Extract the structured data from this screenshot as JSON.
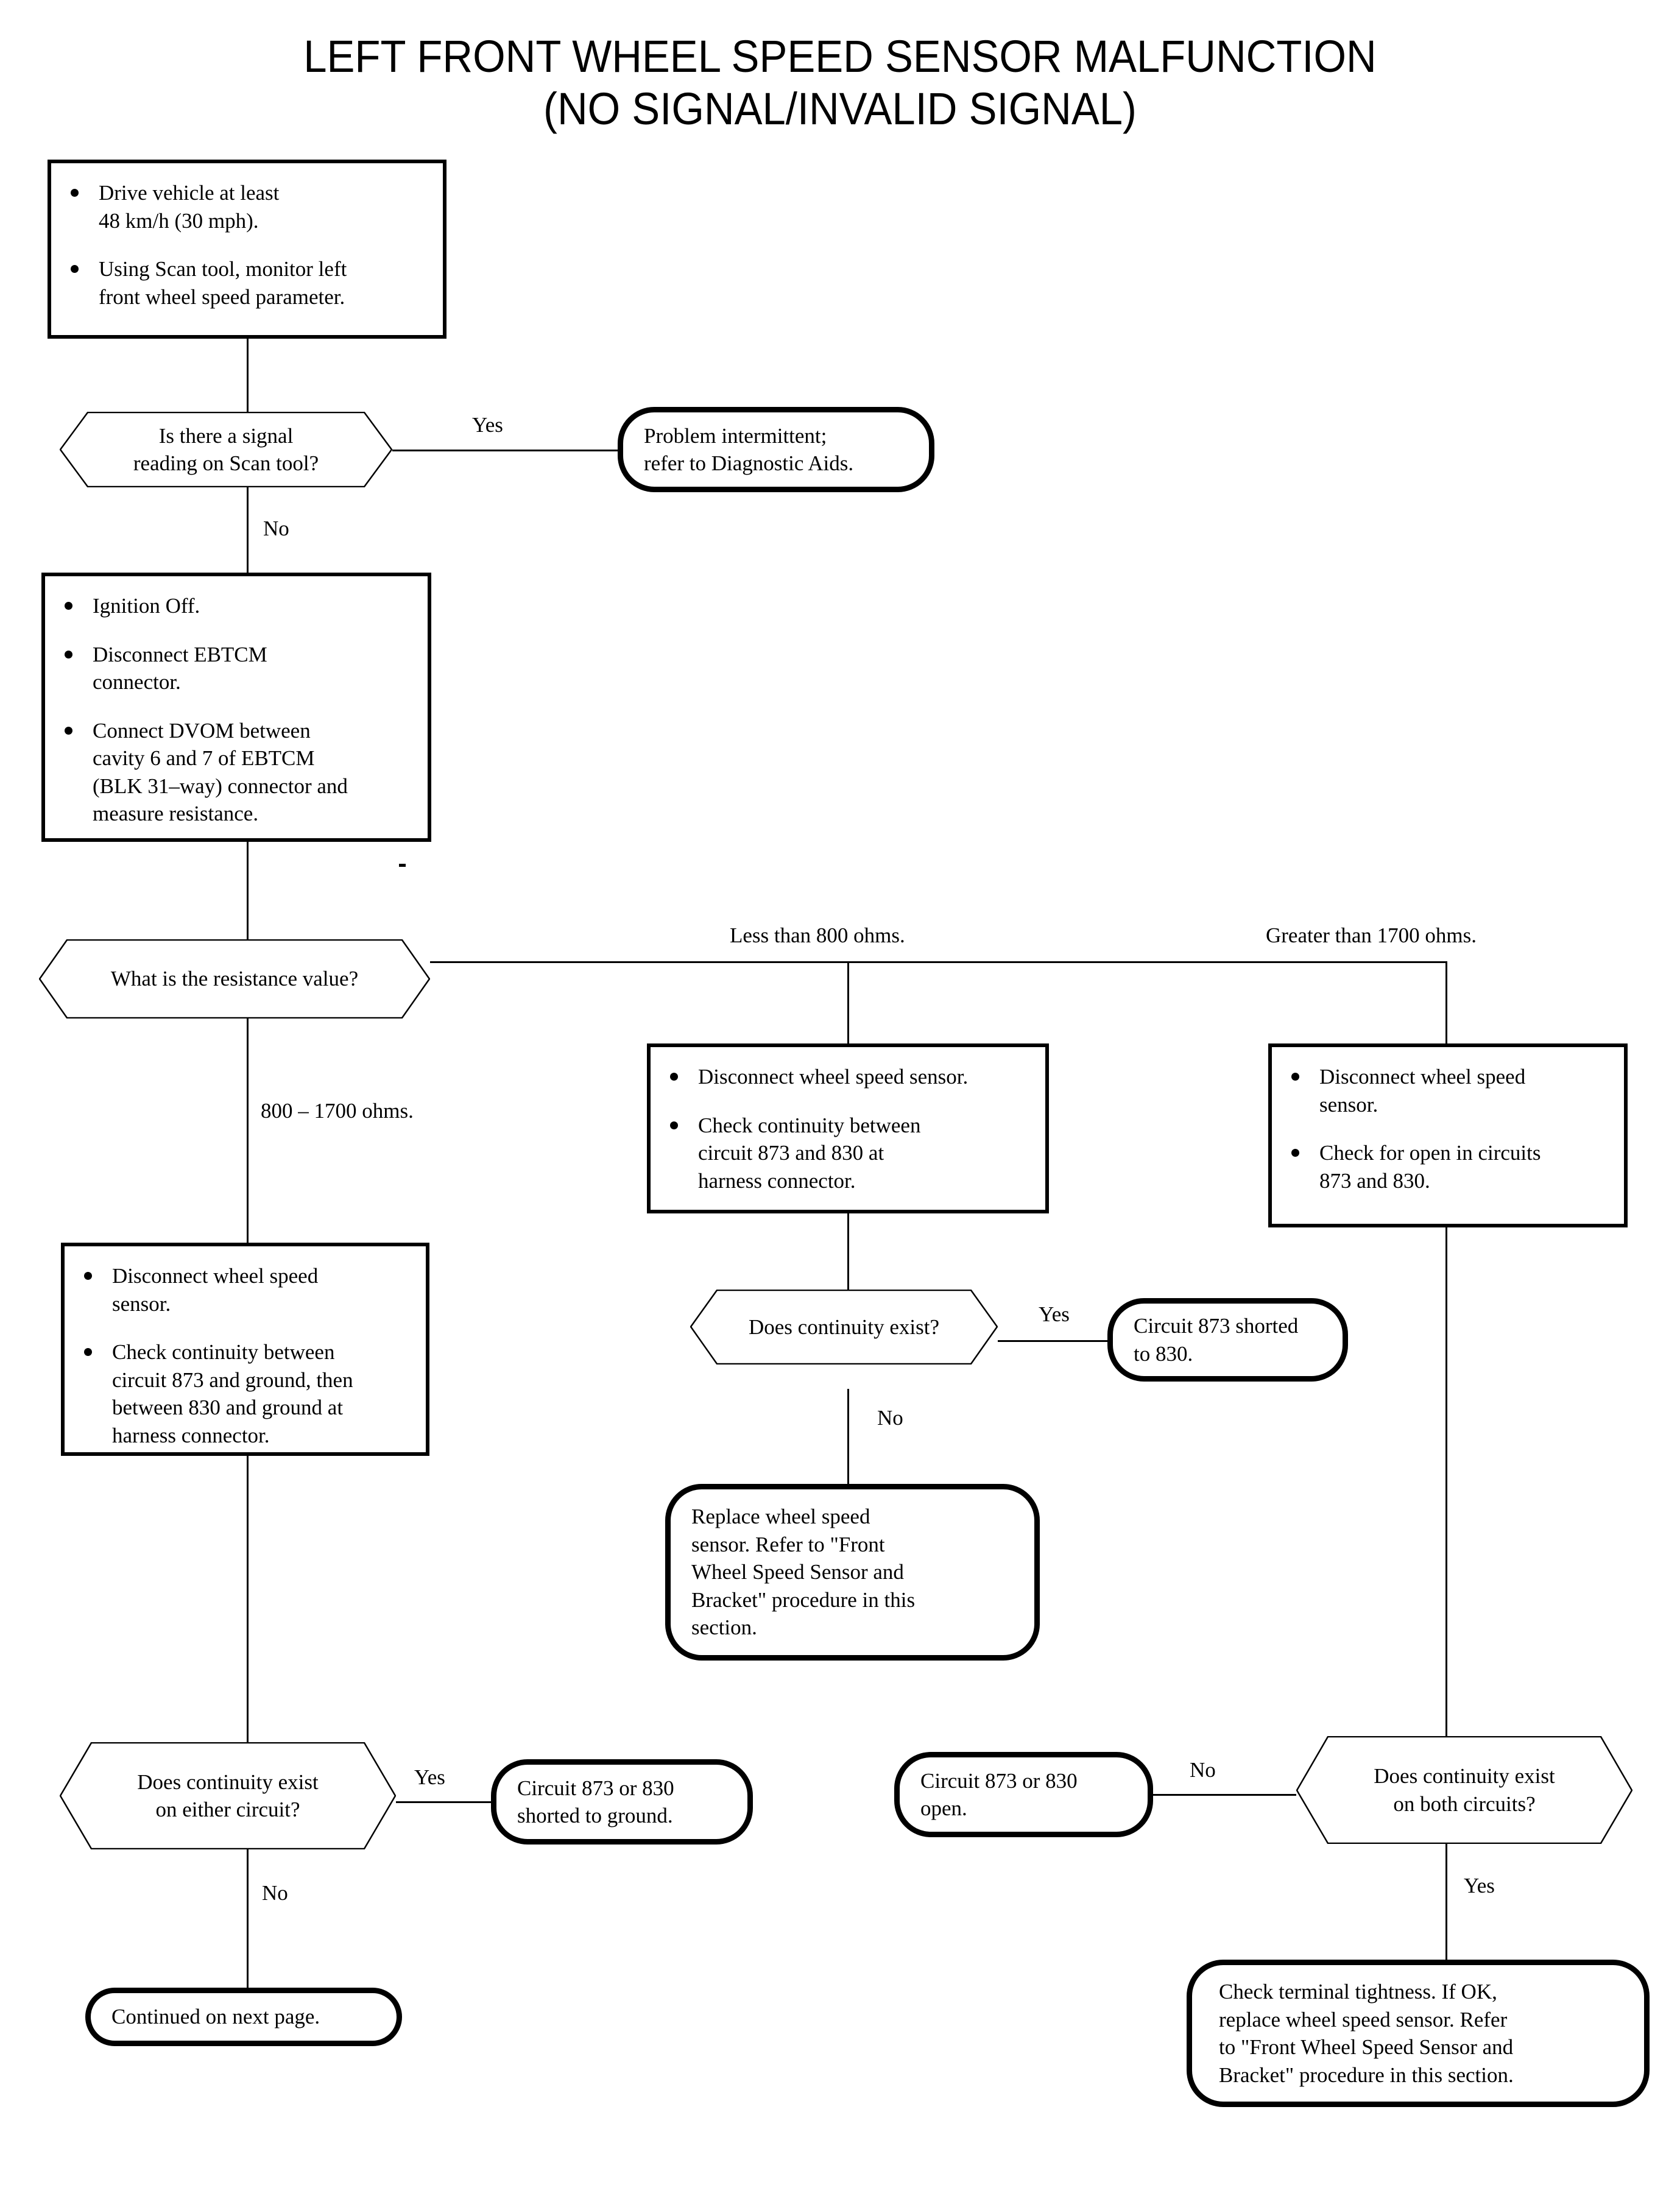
{
  "title": {
    "line1": "LEFT FRONT WHEEL SPEED SENSOR MALFUNCTION",
    "line2": "(NO SIGNAL/INVALID SIGNAL)"
  },
  "nodes": {
    "start_box": {
      "type": "process",
      "bullets": [
        "Drive vehicle at least\n48 km/h (30 mph).",
        "Using Scan tool, monitor left\nfront wheel speed parameter."
      ]
    },
    "signal_decision": {
      "type": "decision",
      "text": "Is there a signal\nreading on Scan tool?"
    },
    "intermittent_terminator": {
      "type": "terminator",
      "text": "Problem intermittent;\nrefer to Diagnostic Aids."
    },
    "ebtcm_box": {
      "type": "process",
      "bullets": [
        "Ignition Off.",
        "Disconnect EBTCM\nconnector.",
        "Connect DVOM between\ncavity 6 and 7 of EBTCM\n(BLK 31–way) connector and\nmeasure resistance."
      ]
    },
    "resistance_decision": {
      "type": "decision",
      "text": "What is the resistance value?"
    },
    "left_check_box": {
      "type": "process",
      "bullets": [
        "Disconnect wheel speed\nsensor.",
        "Check continuity between\ncircuit 873 and ground, then\nbetween 830 and ground at\nharness connector."
      ]
    },
    "mid_check_box": {
      "type": "process",
      "bullets": [
        "Disconnect wheel speed sensor.",
        "Check continuity between\ncircuit 873 and 830 at\nharness connector."
      ]
    },
    "right_check_box": {
      "type": "process",
      "bullets": [
        "Disconnect wheel speed\nsensor.",
        "Check for open in circuits\n873 and 830."
      ]
    },
    "mid_continuity_decision": {
      "type": "decision",
      "text": "Does continuity exist?"
    },
    "shorted_873_830_terminator": {
      "type": "terminator",
      "text": "Circuit 873 shorted\nto 830."
    },
    "replace_sensor_terminator": {
      "type": "terminator",
      "text": "Replace wheel speed\nsensor. Refer to \"Front\nWheel Speed Sensor and\nBracket\" procedure in this\nsection."
    },
    "left_continuity_decision": {
      "type": "decision",
      "text": "Does continuity exist\non either circuit?"
    },
    "shorted_ground_terminator": {
      "type": "terminator",
      "text": "Circuit 873 or 830\nshorted to ground."
    },
    "continued_terminator": {
      "type": "terminator",
      "text": "Continued on next page."
    },
    "open_circuit_terminator": {
      "type": "terminator",
      "text": "Circuit 873 or 830\nopen."
    },
    "both_continuity_decision": {
      "type": "decision",
      "text": "Does continuity exist\non both circuits?"
    },
    "terminal_tightness_terminator": {
      "type": "terminator",
      "text": "Check terminal tightness. If OK,\nreplace wheel speed sensor. Refer\nto \"Front Wheel Speed Sensor and\nBracket\" procedure in this section."
    }
  },
  "edge_labels": {
    "signal_yes": "Yes",
    "signal_no": "No",
    "res_less_800": "Less than 800 ohms.",
    "res_greater_1700": "Greater than 1700 ohms.",
    "res_800_1700": "800 – 1700 ohms.",
    "mid_yes": "Yes",
    "mid_no": "No",
    "left_yes": "Yes",
    "left_no": "No",
    "right_no": "No",
    "right_yes": "Yes"
  },
  "colors": {
    "ink": "#000000",
    "paper": "#ffffff"
  }
}
